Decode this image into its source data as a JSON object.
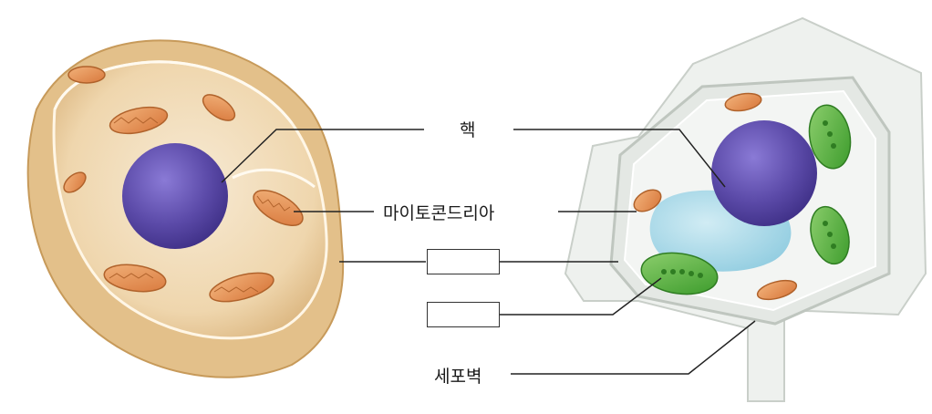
{
  "labels": {
    "nucleus": "핵",
    "mitochondria": "마이토콘드리아",
    "cell_wall": "세포벽"
  },
  "blanks": [
    {
      "value": ""
    },
    {
      "value": ""
    }
  ],
  "colors": {
    "animal_cytoplasm": "#f3dfc0",
    "animal_membrane": "#d9b57a",
    "nucleus": "#5b4aa8",
    "mitochondria": "#e08a4a",
    "plant_wall": "#dfe3df",
    "vacuole": "#9fd6e6",
    "chloroplast": "#4fae3c",
    "leader_line": "#222222"
  }
}
